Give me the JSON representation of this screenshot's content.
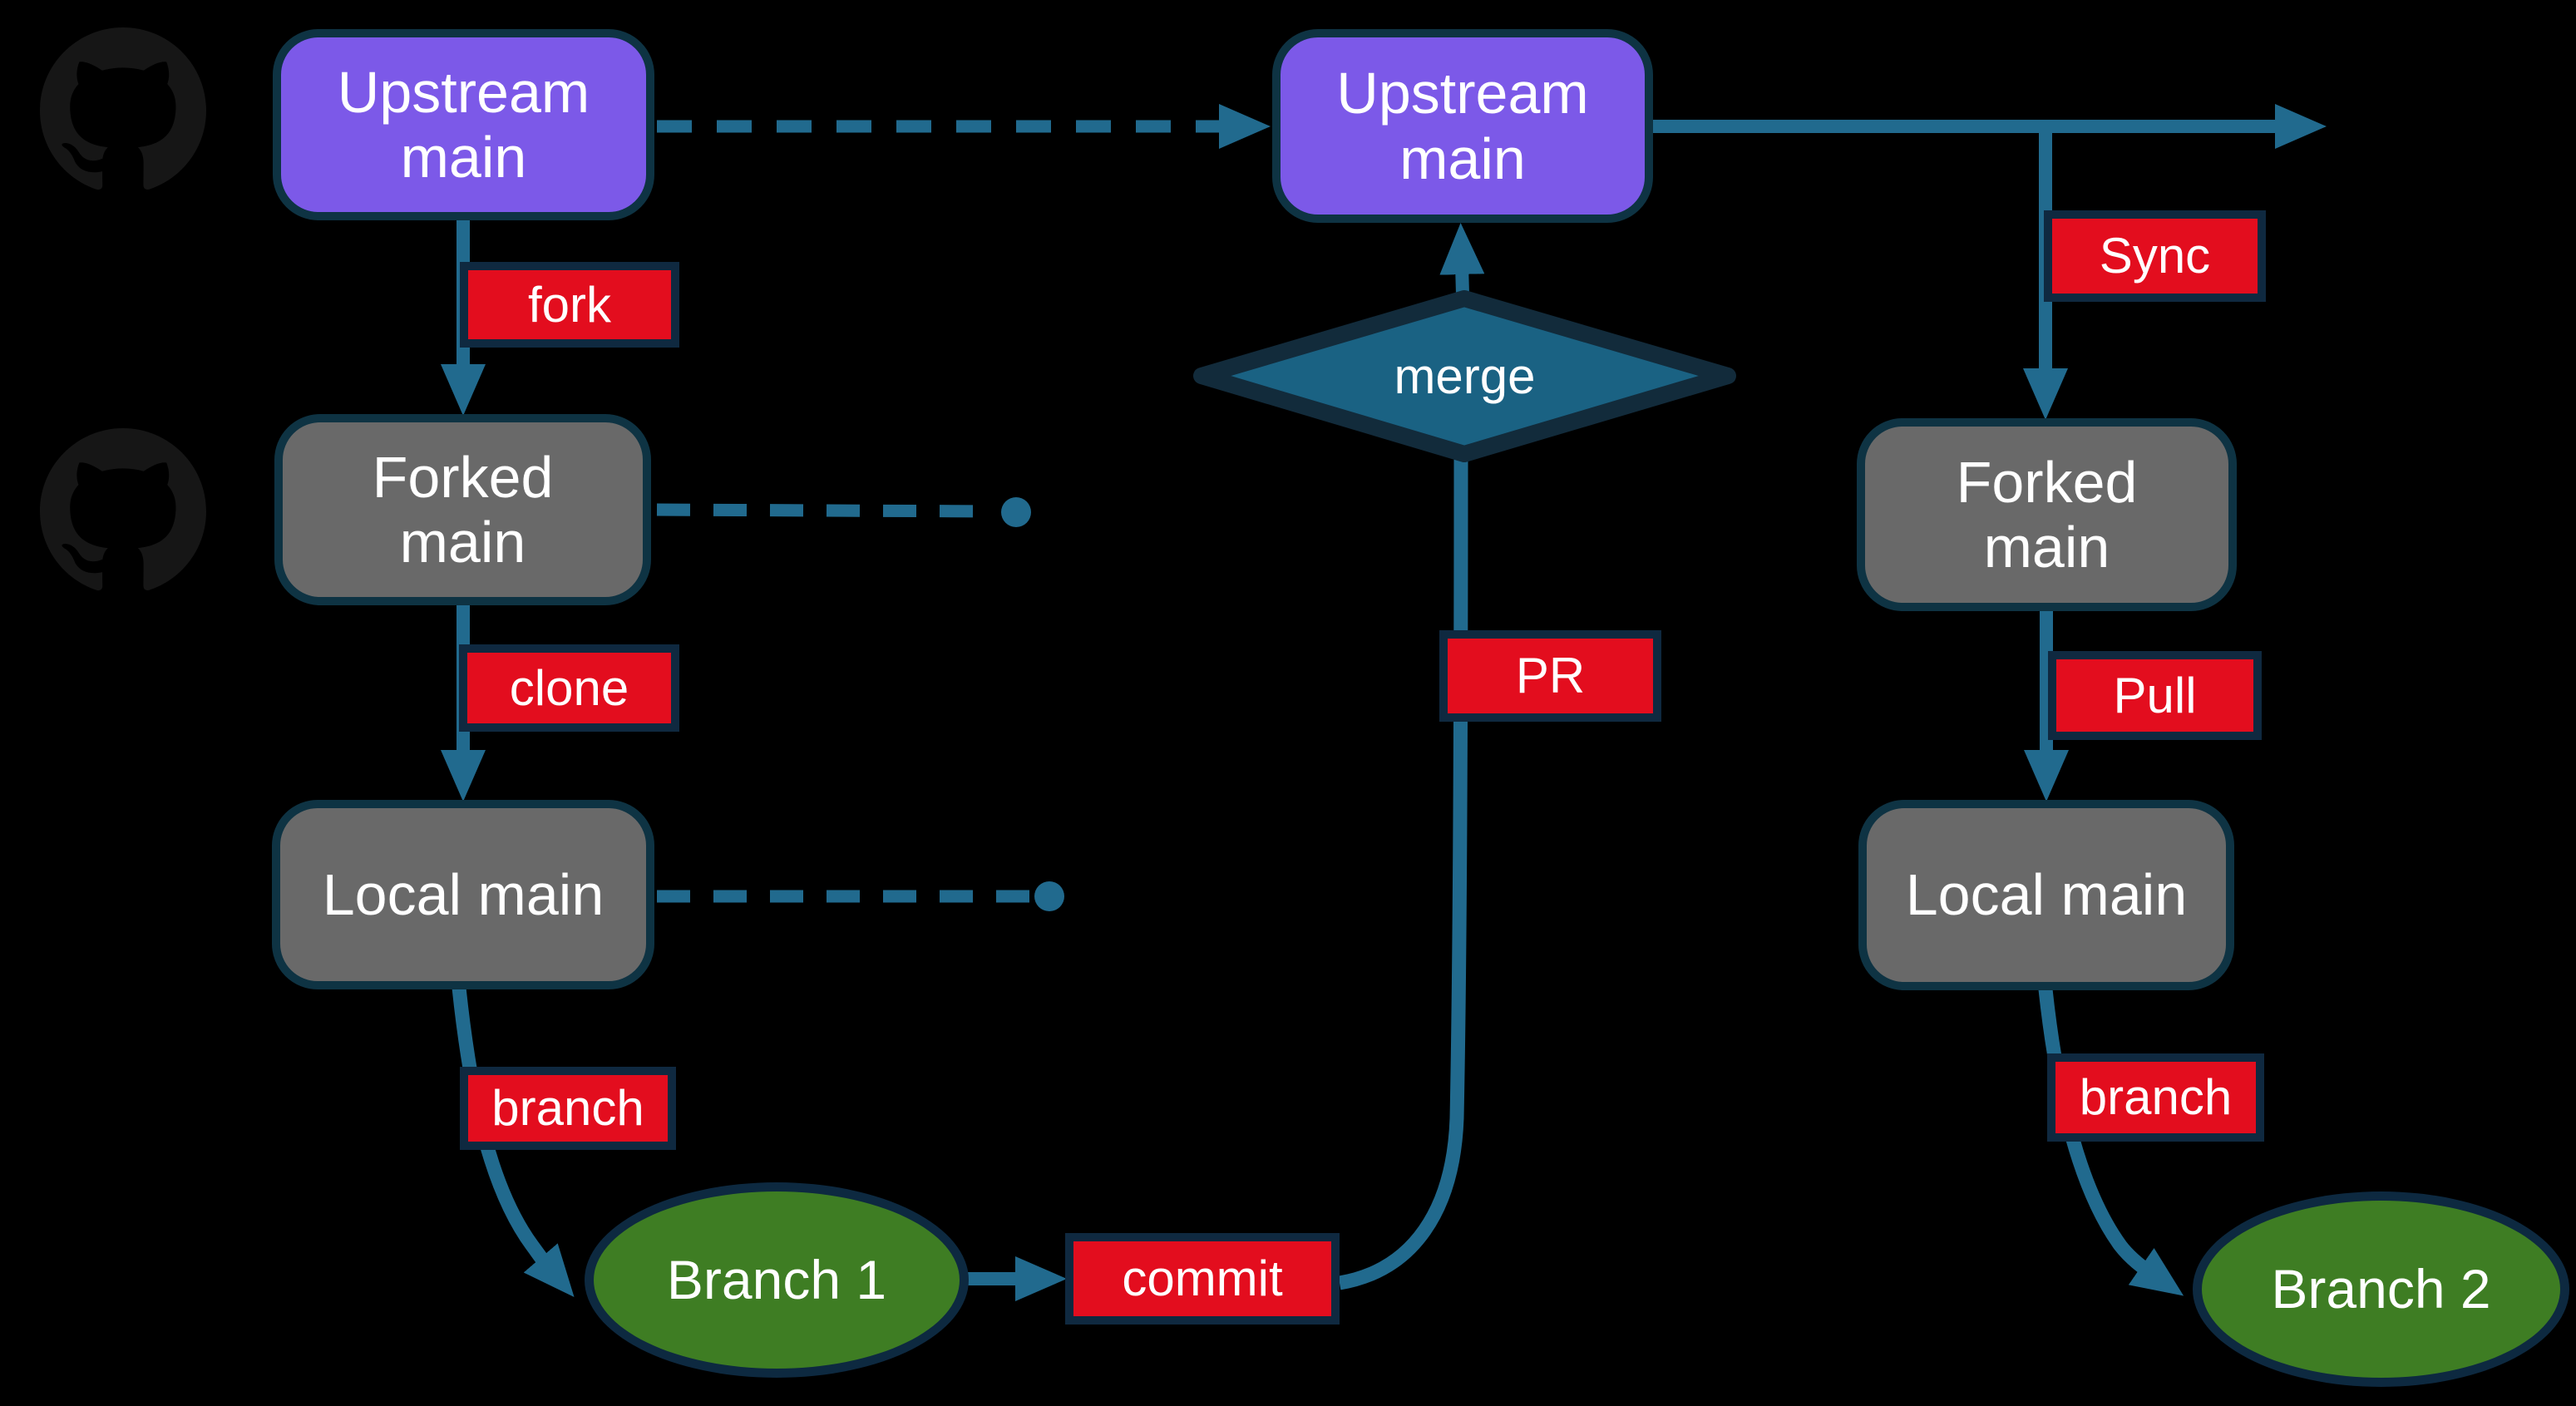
{
  "diagram": {
    "type": "git-fork-workflow-flowchart",
    "background_color": "#000000",
    "colors": {
      "upstream_fill": "#7c59e8",
      "repo_fill": "#696969",
      "branch_fill": "#3e7d23",
      "action_label_fill": "#e30d1e",
      "arrow_teal": "#216a8e",
      "diamond_fill": "#1a6283",
      "shape_border": "#0e3343",
      "text": "#ffffff"
    },
    "nodes": {
      "upstream_left": {
        "label": "Upstream main"
      },
      "upstream_center": {
        "label": "Upstream main"
      },
      "forked_left": {
        "label": "Forked main"
      },
      "forked_right": {
        "label": "Forked main"
      },
      "local_left": {
        "label": "Local main"
      },
      "local_right": {
        "label": "Local main"
      },
      "branch1": {
        "label": "Branch 1"
      },
      "branch2": {
        "label": "Branch 2"
      },
      "merge": {
        "label": "merge"
      }
    },
    "edge_labels": {
      "fork": "fork",
      "clone": "clone",
      "branch_left": "branch",
      "commit": "commit",
      "pr": "PR",
      "sync": "Sync",
      "pull": "Pull",
      "branch_right": "branch"
    },
    "icons": {
      "github_top": "github-icon",
      "github_middle": "github-icon"
    }
  }
}
